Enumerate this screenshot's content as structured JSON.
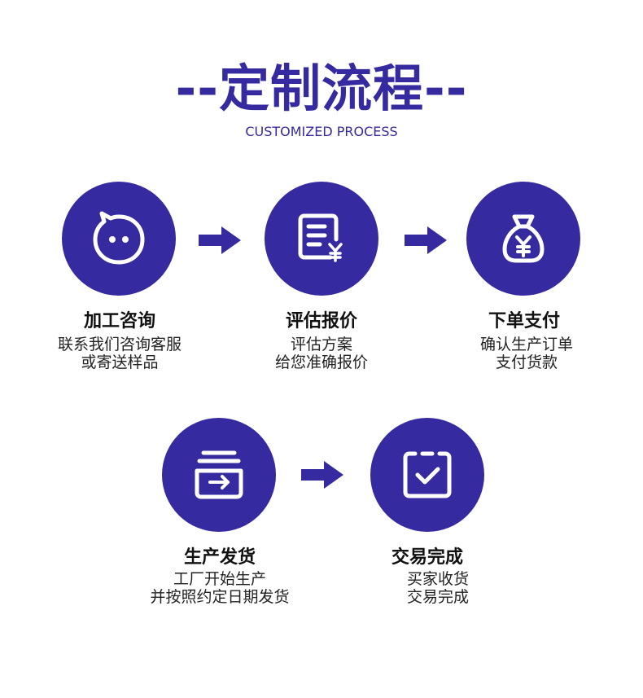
{
  "header": {
    "title": "--定制流程--",
    "subtitle": "CUSTOMIZED PROCESS"
  },
  "colors": {
    "brand": "#352a9f",
    "icon": "#ffffff"
  },
  "steps": [
    {
      "icon": "chat-face-icon",
      "title": "加工咨询",
      "desc": [
        "联系我们咨询客服",
        "或寄送样品"
      ]
    },
    {
      "icon": "quote-document-icon",
      "title": "评估报价",
      "desc": [
        "评估方案",
        "给您准确报价"
      ]
    },
    {
      "icon": "money-bag-icon",
      "title": "下单支付",
      "desc": [
        "确认生产订单",
        "支付货款"
      ]
    },
    {
      "icon": "production-box-icon",
      "title": "生产发货",
      "desc": [
        "工厂开始生产",
        "并按照约定日期发货"
      ]
    },
    {
      "icon": "checkbox-icon",
      "title": "交易完成",
      "desc": [
        "买家收货",
        "交易完成"
      ]
    }
  ]
}
